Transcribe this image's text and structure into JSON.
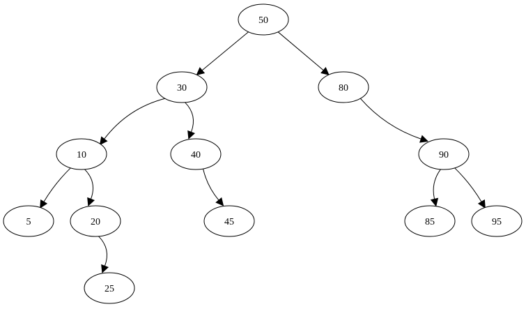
{
  "diagram": {
    "type": "binary-search-tree",
    "nodes": [
      {
        "id": "n50",
        "label": "50"
      },
      {
        "id": "n30",
        "label": "30"
      },
      {
        "id": "n80",
        "label": "80"
      },
      {
        "id": "n10",
        "label": "10"
      },
      {
        "id": "n40",
        "label": "40"
      },
      {
        "id": "n90",
        "label": "90"
      },
      {
        "id": "n5",
        "label": "5"
      },
      {
        "id": "n20",
        "label": "20"
      },
      {
        "id": "n45",
        "label": "45"
      },
      {
        "id": "n85",
        "label": "85"
      },
      {
        "id": "n95",
        "label": "95"
      },
      {
        "id": "n25",
        "label": "25"
      }
    ],
    "edges": [
      {
        "from": "n50",
        "to": "n30"
      },
      {
        "from": "n50",
        "to": "n80"
      },
      {
        "from": "n30",
        "to": "n10"
      },
      {
        "from": "n30",
        "to": "n40"
      },
      {
        "from": "n80",
        "to": "n90"
      },
      {
        "from": "n10",
        "to": "n5"
      },
      {
        "from": "n10",
        "to": "n20"
      },
      {
        "from": "n40",
        "to": "n45"
      },
      {
        "from": "n90",
        "to": "n85"
      },
      {
        "from": "n90",
        "to": "n95"
      },
      {
        "from": "n20",
        "to": "n25"
      }
    ]
  }
}
